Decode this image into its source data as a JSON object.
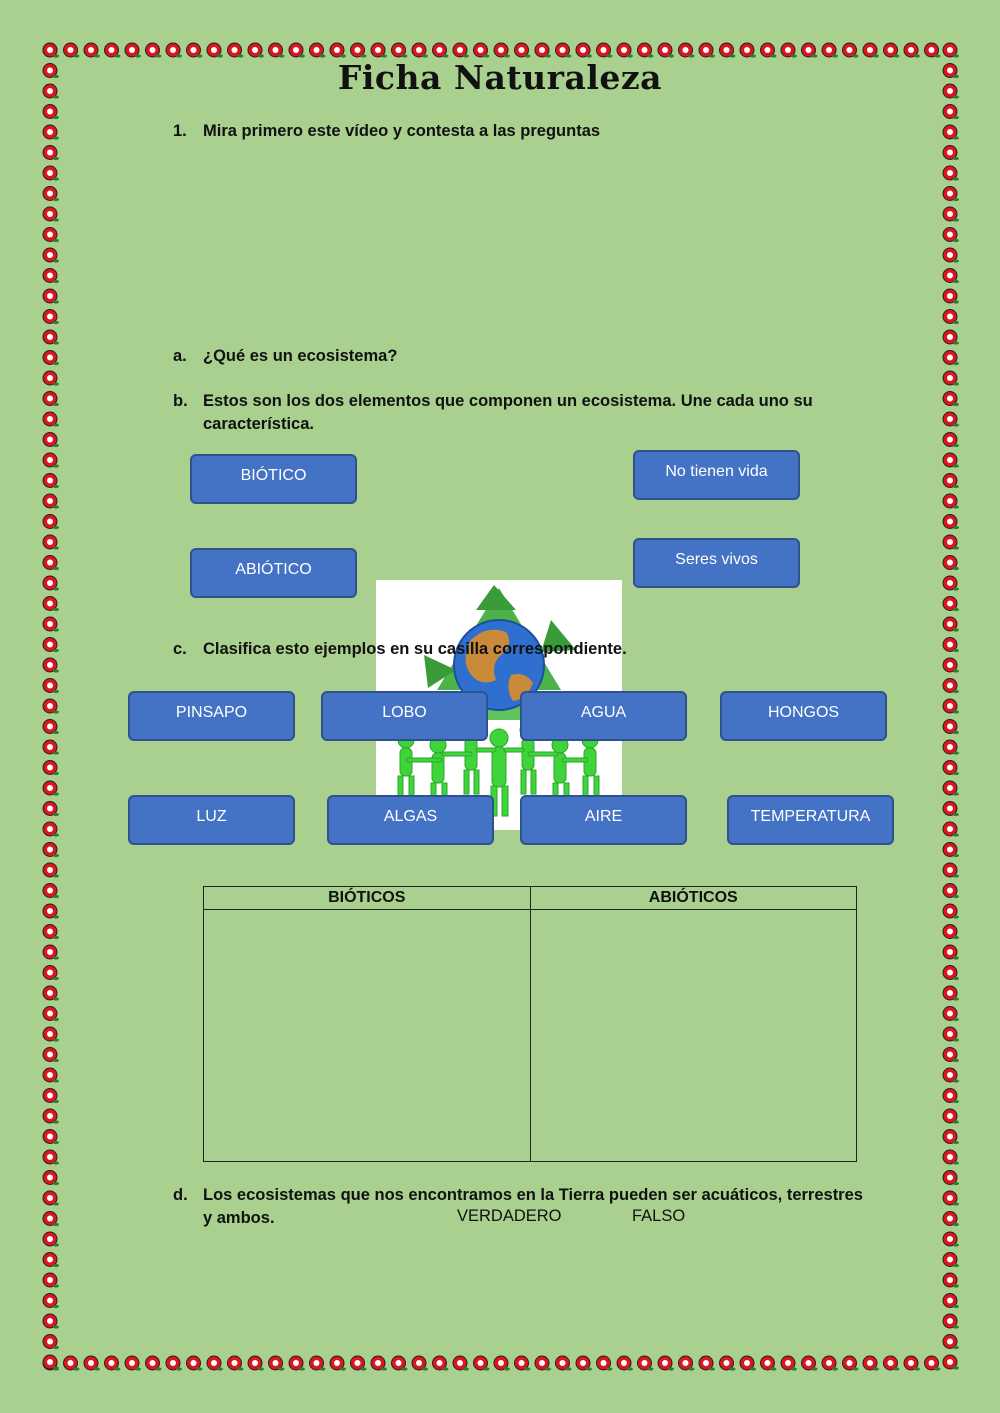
{
  "title": "Ficha Naturaleza",
  "q1": {
    "number": "1.",
    "text": "Mira primero este vídeo y contesta a las preguntas"
  },
  "qa": {
    "letter": "a.",
    "text": "¿Qué es un ecosistema?"
  },
  "qb": {
    "letter": "b.",
    "line1": "Estos son los dos elementos que componen un ecosistema. Une cada uno su",
    "line2": "característica."
  },
  "match_left": [
    "BIÓTICO",
    "ABIÓTICO"
  ],
  "match_right": [
    "No tienen vida",
    "Seres vivos"
  ],
  "qc": {
    "letter": "c.",
    "text": "Clasifica esto ejemplos en su casilla correspondiente."
  },
  "examples_row1": [
    "PINSAPO",
    "LOBO",
    "AGUA",
    "HONGOS"
  ],
  "examples_row2": [
    "LUZ",
    "ALGAS",
    "AIRE",
    "TEMPERATURA"
  ],
  "table": {
    "headers": [
      "BIÓTICOS",
      "ABIÓTICOS"
    ]
  },
  "qd": {
    "letter": "d.",
    "line1": "Los ecosistemas que nos encontramos en la Tierra pueden ser acuáticos, terrestres",
    "line2": "y ambos.",
    "true_label": "VERDADERO",
    "false_label": "FALSO"
  },
  "icons": {
    "border": "red-flower-border",
    "image": "recycling-earth-people-image"
  },
  "colors": {
    "background": "#a9d08e",
    "chip": "#4472c4",
    "chip_border": "#2f528f",
    "flower": "#d9171e"
  }
}
